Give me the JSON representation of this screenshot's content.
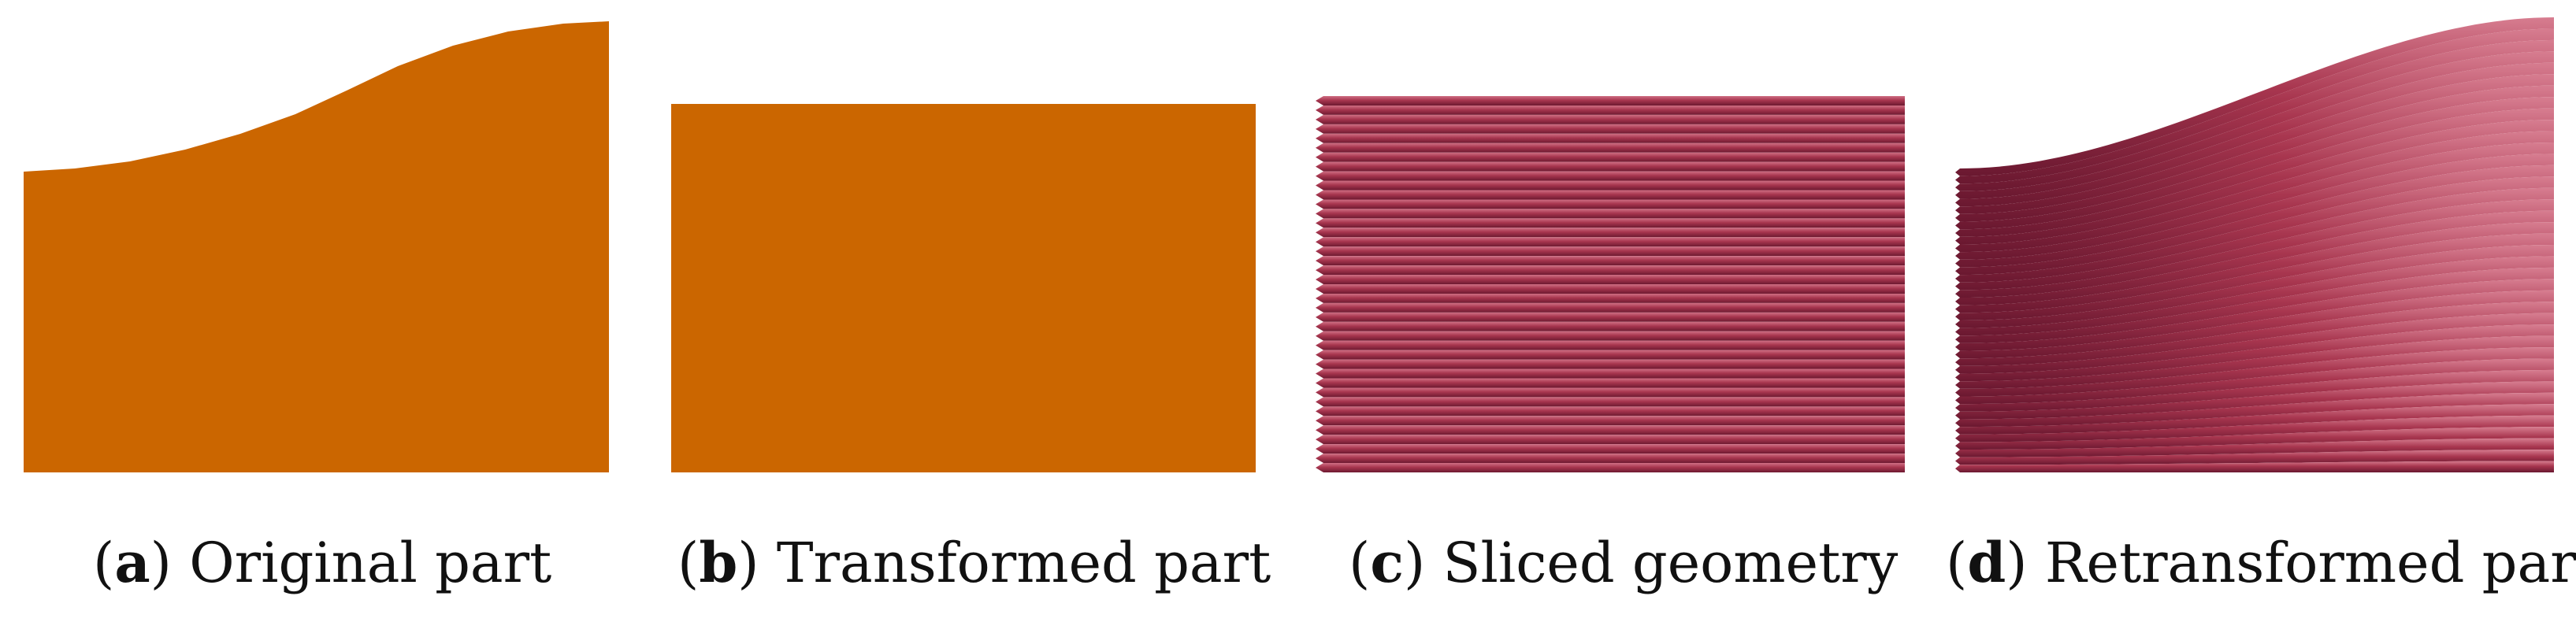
{
  "colors": {
    "part": "#cb6600",
    "layer_dark": "#7a1f38",
    "layer_mid": "#a8364f",
    "layer_light": "#cf6f84",
    "background": "#ffffff"
  },
  "panels": [
    {
      "id": "a",
      "letter": "a",
      "title": "Original part"
    },
    {
      "id": "b",
      "letter": "b",
      "title": "Transformed part"
    },
    {
      "id": "c",
      "letter": "c",
      "title": "Sliced geometry"
    },
    {
      "id": "d",
      "letter": "d",
      "title": "Retransformed part"
    }
  ],
  "slicing": {
    "layer_count": 40
  }
}
